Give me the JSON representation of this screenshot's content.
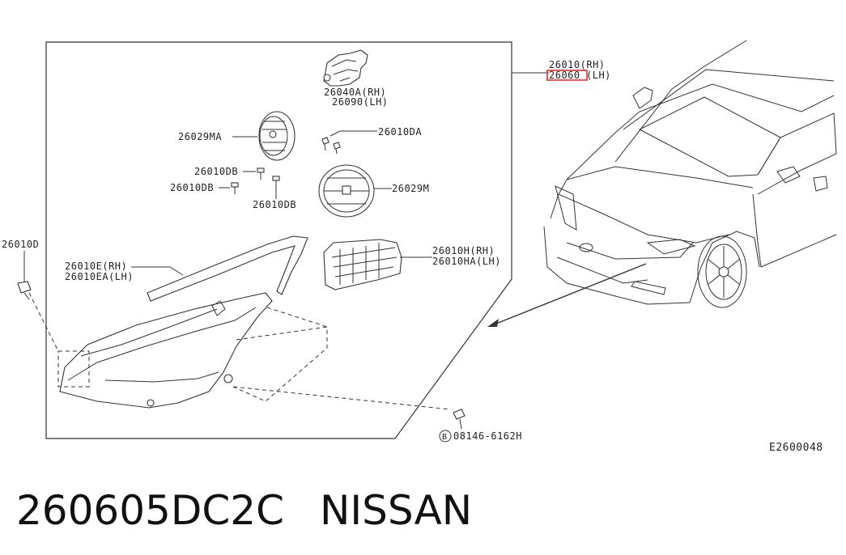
{
  "diagram": {
    "figure_code": "E2600048",
    "labels": {
      "assy_rh": "26010(RH)",
      "assy_lh_code": "26060",
      "assy_lh_suffix": "(LH)",
      "bracket_rh": "26040A(RH)",
      "bracket_lh": "26090(LH)",
      "cap_ma": "26029MA",
      "screw_da": "26010DA",
      "screw_db1": "26010DB",
      "screw_db2": "26010DB",
      "screw_db3": "26010DB",
      "cap_m": "26029M",
      "screw_d": "26010D",
      "trim_rh": "26010E(RH)",
      "trim_lh": "26010EA(LH)",
      "module_rh": "26010H(RH)",
      "module_lh": "26010HA(LH)",
      "bolt_prefix": "B",
      "bolt_code": "08146-6162H"
    },
    "highlight_color": "#e0302a"
  },
  "footer": {
    "part_number": "260605DC2C",
    "brand": "NISSAN"
  }
}
